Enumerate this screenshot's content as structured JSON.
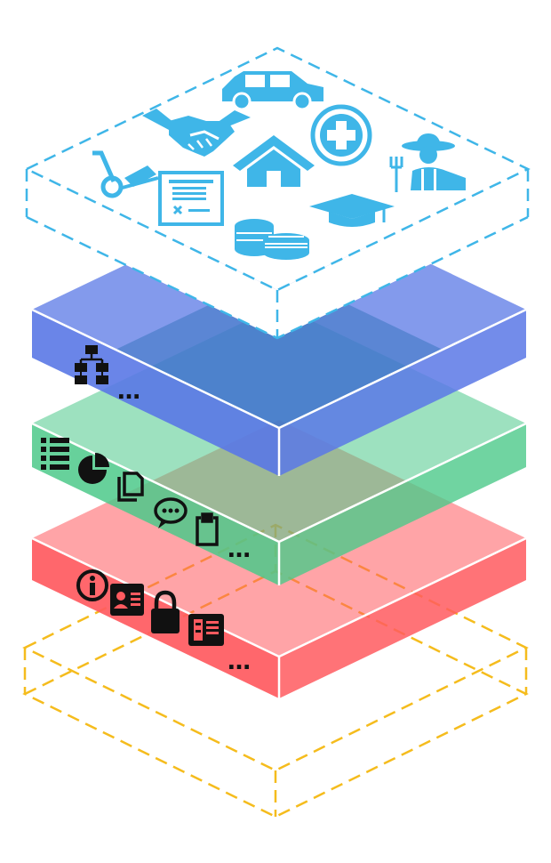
{
  "colors": {
    "top_layer": "#3FB6E8",
    "blue_layer": "#5A78E6",
    "green_layer": "#4CC98A",
    "red_layer": "#FF5A5F",
    "bottom_layer": "#F5BC1D",
    "icon_dark": "#111111"
  },
  "layers": [
    {
      "id": "top",
      "style": "dashed-outline",
      "icons": [
        "car-icon",
        "handshake-icon",
        "medical-cross-icon",
        "house-icon",
        "farmer-icon",
        "trolley-icon",
        "document-icon",
        "graduation-cap-icon",
        "coins-icon"
      ]
    },
    {
      "id": "blue",
      "style": "filled",
      "icons": [
        "network-icon"
      ],
      "ellipsis": "…"
    },
    {
      "id": "green",
      "style": "filled",
      "icons": [
        "list-icon",
        "pie-chart-icon",
        "copy-icon",
        "chat-icon",
        "clipboard-icon"
      ],
      "ellipsis": "…"
    },
    {
      "id": "red",
      "style": "filled",
      "icons": [
        "info-icon",
        "id-card-icon",
        "lock-icon",
        "id-card-icon"
      ],
      "ellipsis": "…"
    },
    {
      "id": "bottom",
      "style": "dashed-outline",
      "icons": []
    }
  ]
}
